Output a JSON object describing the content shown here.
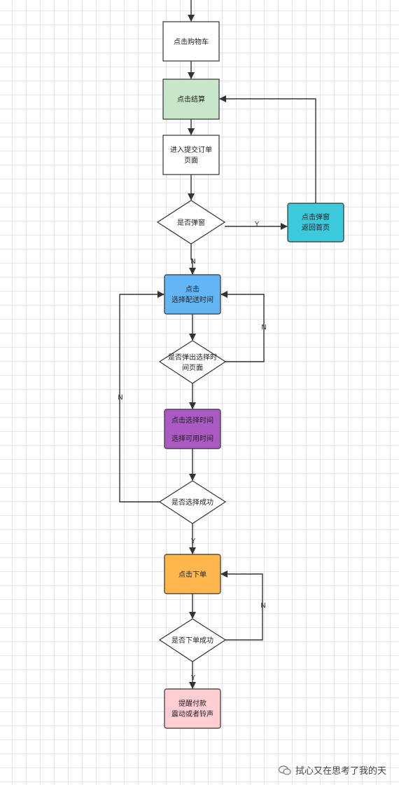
{
  "nodes": {
    "cart": "点击购物车",
    "checkout": "点击结算",
    "submit_order_page": [
      "进入提交订单",
      "页面"
    ],
    "is_popup": "是否弹窗",
    "popup_action": [
      "点击弹窗",
      "返回首页"
    ],
    "click_delivery": [
      "点击",
      "选择配送时间"
    ],
    "time_page_popped": [
      "是否弹出选择时",
      "间页面"
    ],
    "pick_time": [
      "点击选择时间",
      "",
      "选择可用时间"
    ],
    "select_success": "是否选择成功",
    "place_order": "点击下单",
    "order_success": "是否下单成功",
    "reminder": [
      "提醒付款",
      "震动或者铃声"
    ]
  },
  "edge_labels": {
    "popup_yes": "Y",
    "popup_no": "N",
    "time_page_no": "N",
    "select_no": "N",
    "select_yes": "Y",
    "order_no": "N",
    "order_yes": "Y"
  },
  "colors": {
    "white_fill": "#ffffff",
    "checkout_fill": "#c8e6c9",
    "popup_fill": "#3cc9dc",
    "delivery_fill": "#64b5f6",
    "pick_time_fill": "#ab5ac3",
    "place_order_fill": "#ffb74d",
    "reminder_fill": "#ffcdd2",
    "stroke": "#333333"
  },
  "watermark": {
    "icon": "wechat-bubble-icon",
    "text": "拭心又在思考了我的天"
  }
}
